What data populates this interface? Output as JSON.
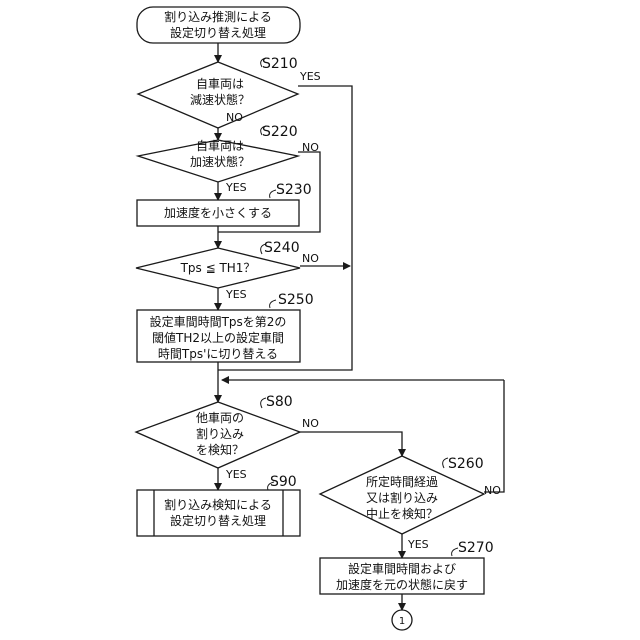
{
  "start": {
    "line1": "割り込み推測による",
    "line2": "設定切り替え処理"
  },
  "s210": {
    "step": "S210",
    "line1": "自車両は",
    "line2": "減速状態？",
    "yes": "YES",
    "no": "NO"
  },
  "s220": {
    "step": "S220",
    "line1": "自車両は",
    "line2": "加速状態？",
    "yes": "YES",
    "no": "NO"
  },
  "s230": {
    "step": "S230",
    "text": "加速度を小さくする"
  },
  "s240": {
    "step": "S240",
    "text": "Tps ≦ TH1？",
    "yes": "YES",
    "no": "NO"
  },
  "s250": {
    "step": "S250",
    "line1": "設定車間時間Tpsを第2の",
    "line2": "閾値TH2以上の設定車間",
    "line3": "時間Tps'に切り替える"
  },
  "s80": {
    "step": "S80",
    "line1": "他車両の",
    "line2": "割り込み",
    "line3": "を検知？",
    "yes": "YES",
    "no": "NO"
  },
  "s90": {
    "step": "S90",
    "line1": "割り込み検知による",
    "line2": "設定切り替え処理"
  },
  "s260": {
    "step": "S260",
    "line1": "所定時間経過",
    "line2": "又は割り込み",
    "line3": "中止を検知？",
    "yes": "YES",
    "no": "NO"
  },
  "s270": {
    "step": "S270",
    "line1": "設定車間時間および",
    "line2": "加速度を元の状態に戻す"
  },
  "connector": {
    "label": "1"
  }
}
